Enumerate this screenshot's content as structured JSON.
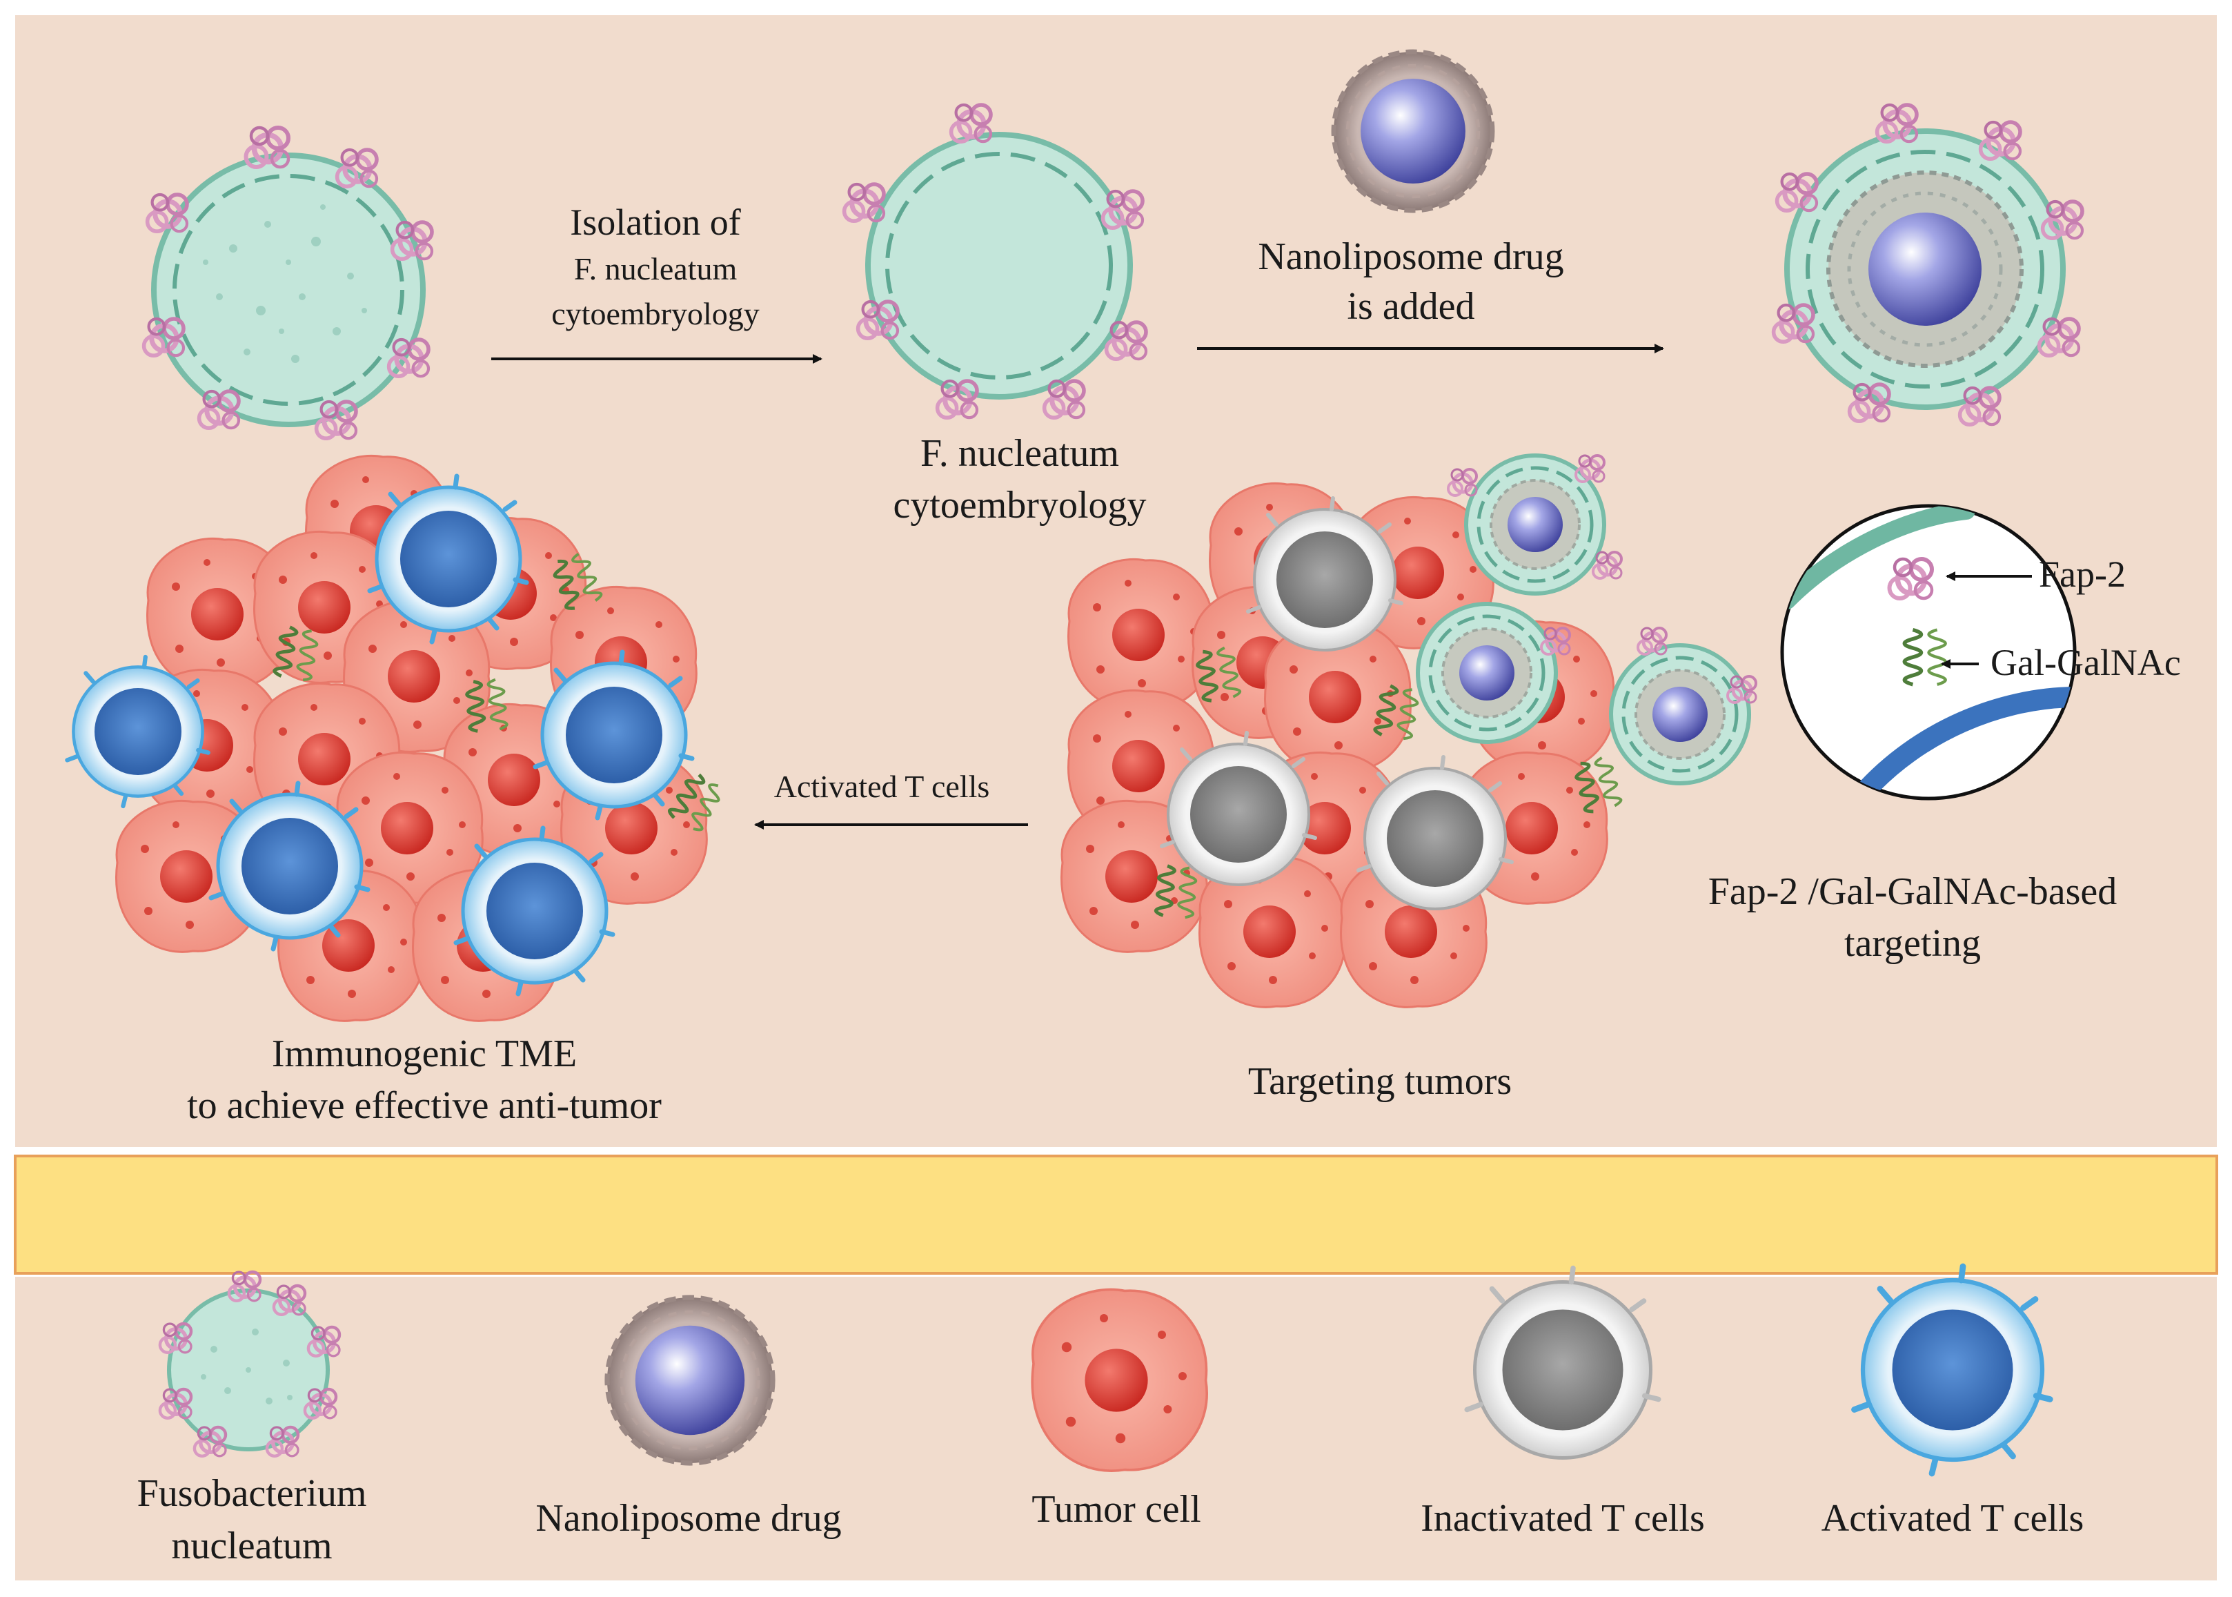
{
  "colors": {
    "panel_bg": "#f1dccd",
    "band": "#fde082",
    "band_border": "#e8a05a",
    "bacterium_fill": "#c3e6da",
    "bacterium_stroke": "#6fb7a2",
    "fap2": "#d99ac2",
    "gal_galnac": "#4e7d3a",
    "tumor_cell": "#f29a8c",
    "tumor_nucleus": "#e0423a",
    "t_inactive": "#8d8d8d",
    "t_active": "#3a74c4",
    "drug_core": "#7c7fc9",
    "arrow": "#111111"
  },
  "steps": {
    "isolation_line1": "Isolation of",
    "isolation_line2": "F. nucleatum",
    "isolation_line3": "cytoembryology",
    "cyto_label_line1": "F. nucleatum",
    "cyto_label_line2": "cytoembryology",
    "drug_added_line1": "Nanoliposome drug",
    "drug_added_line2": "is added",
    "activated_arrow_label": "Activated T cells",
    "immunogenic_line1": "Immunogenic TME",
    "immunogenic_line2": "to achieve effective anti-tumor",
    "targeting_tumors": "Targeting tumors"
  },
  "inset": {
    "fap2": "Fap-2",
    "gal_galnac": "Gal-GalNAc",
    "caption_line1": "Fap-2 /Gal-GalNAc-based",
    "caption_line2": "targeting"
  },
  "legend": {
    "fuso_line1": "Fusobacterium",
    "fuso_line2": "nucleatum",
    "nanoliposome": "Nanoliposome drug",
    "tumor": "Tumor cell",
    "inactivated": "Inactivated T cells",
    "activated": "Activated T cells"
  }
}
